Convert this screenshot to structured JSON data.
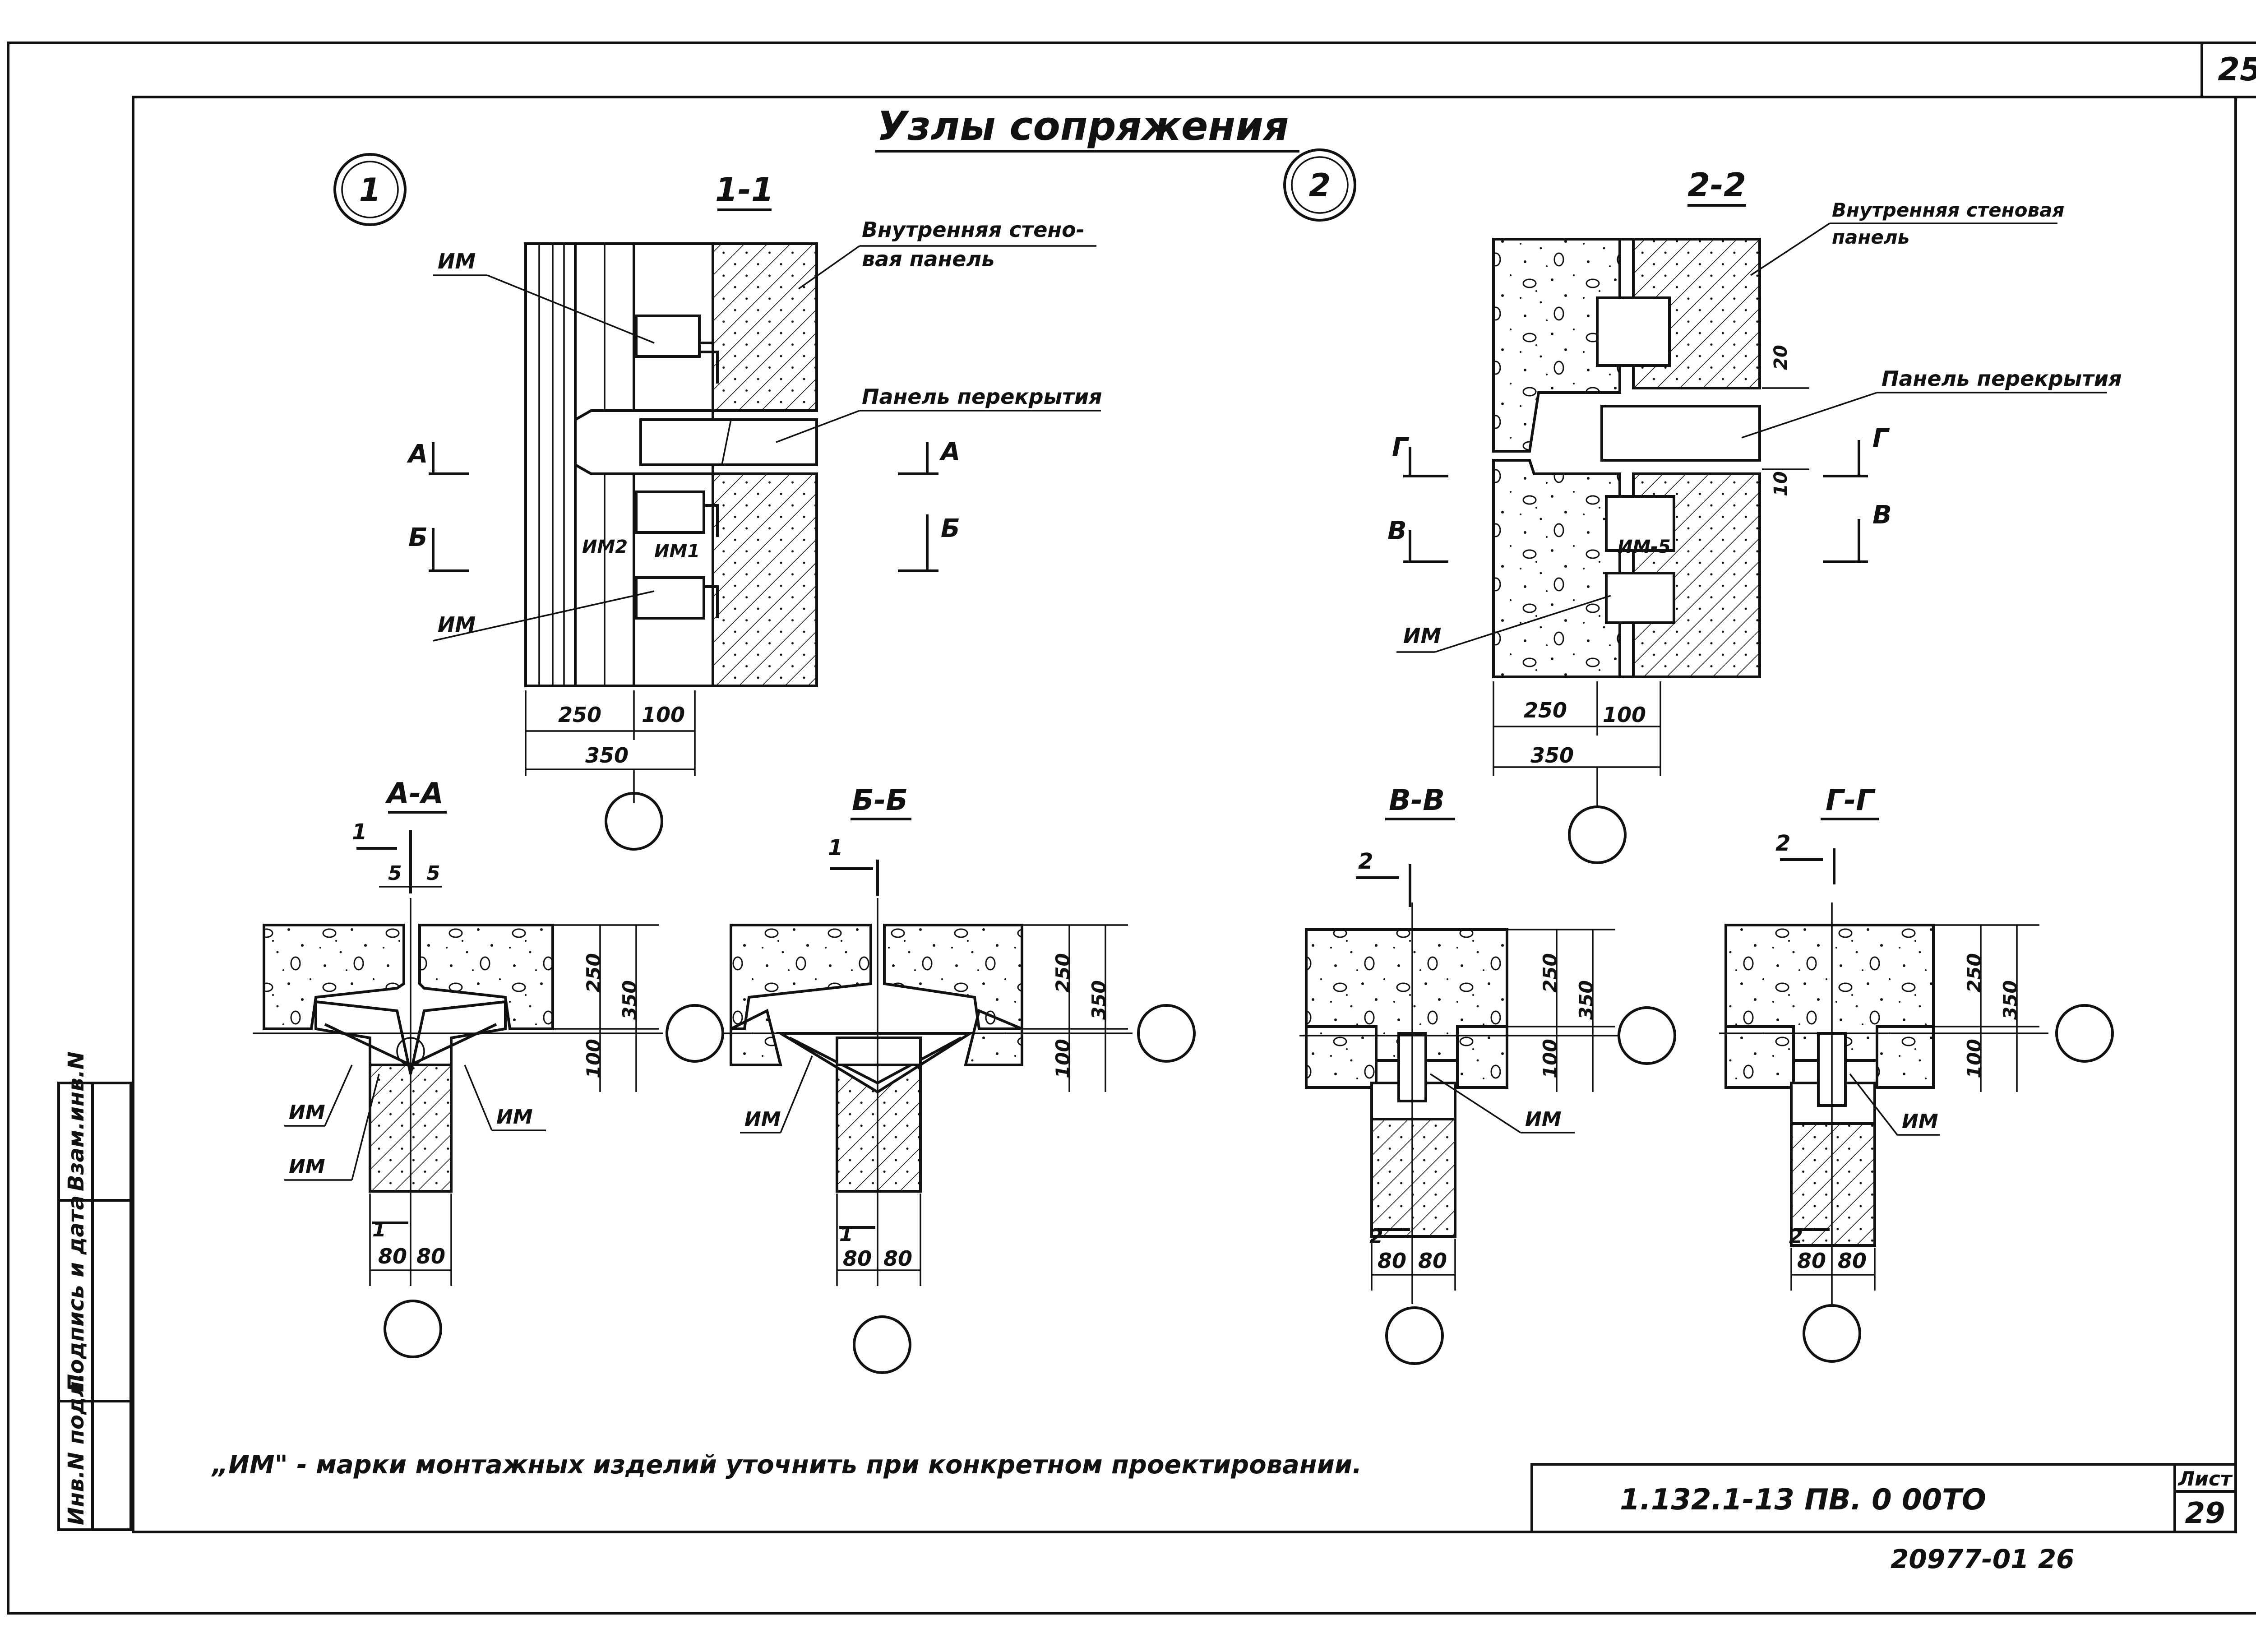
{
  "sheet_number_top": "25",
  "title": "Узлы сопряжения",
  "node_markers": [
    "1",
    "2"
  ],
  "sections": {
    "s11": "1-1",
    "s22": "2-2",
    "aa": "А-А",
    "bb": "Б-Б",
    "vv": "В-В",
    "gg": "Г-Г"
  },
  "labels": {
    "inner_panel_1": [
      "Внутренняя стено-",
      "вая панель"
    ],
    "inner_panel_2": [
      "Внутренняя стеновая",
      "панель"
    ],
    "floor_panel": "Панель перекрытия",
    "im": "ИМ",
    "im1": "ИМ1",
    "im2": "ИМ2",
    "im5": "ИМ-5"
  },
  "cut_letters": {
    "a": "А",
    "b": "Б",
    "v": "В",
    "g": "Г",
    "one": "1",
    "two": "2"
  },
  "dims": {
    "d250": "250",
    "d100": "100",
    "d350": "350",
    "d20": "20",
    "d10": "10",
    "d80": "80",
    "d5": "5"
  },
  "stamp_left": [
    "Инв.N подл.",
    "Подпись и дата",
    "Взам.инв.N"
  ],
  "note": "„ИМ\" - марки монтажных изделий уточнить при конкретном     проектировании.",
  "doc_code": "1.132.1-13 ПВ. 0   00ТО",
  "sheet_label": "Лист",
  "sheet_number": "29",
  "archive_code": "20977-01    26"
}
